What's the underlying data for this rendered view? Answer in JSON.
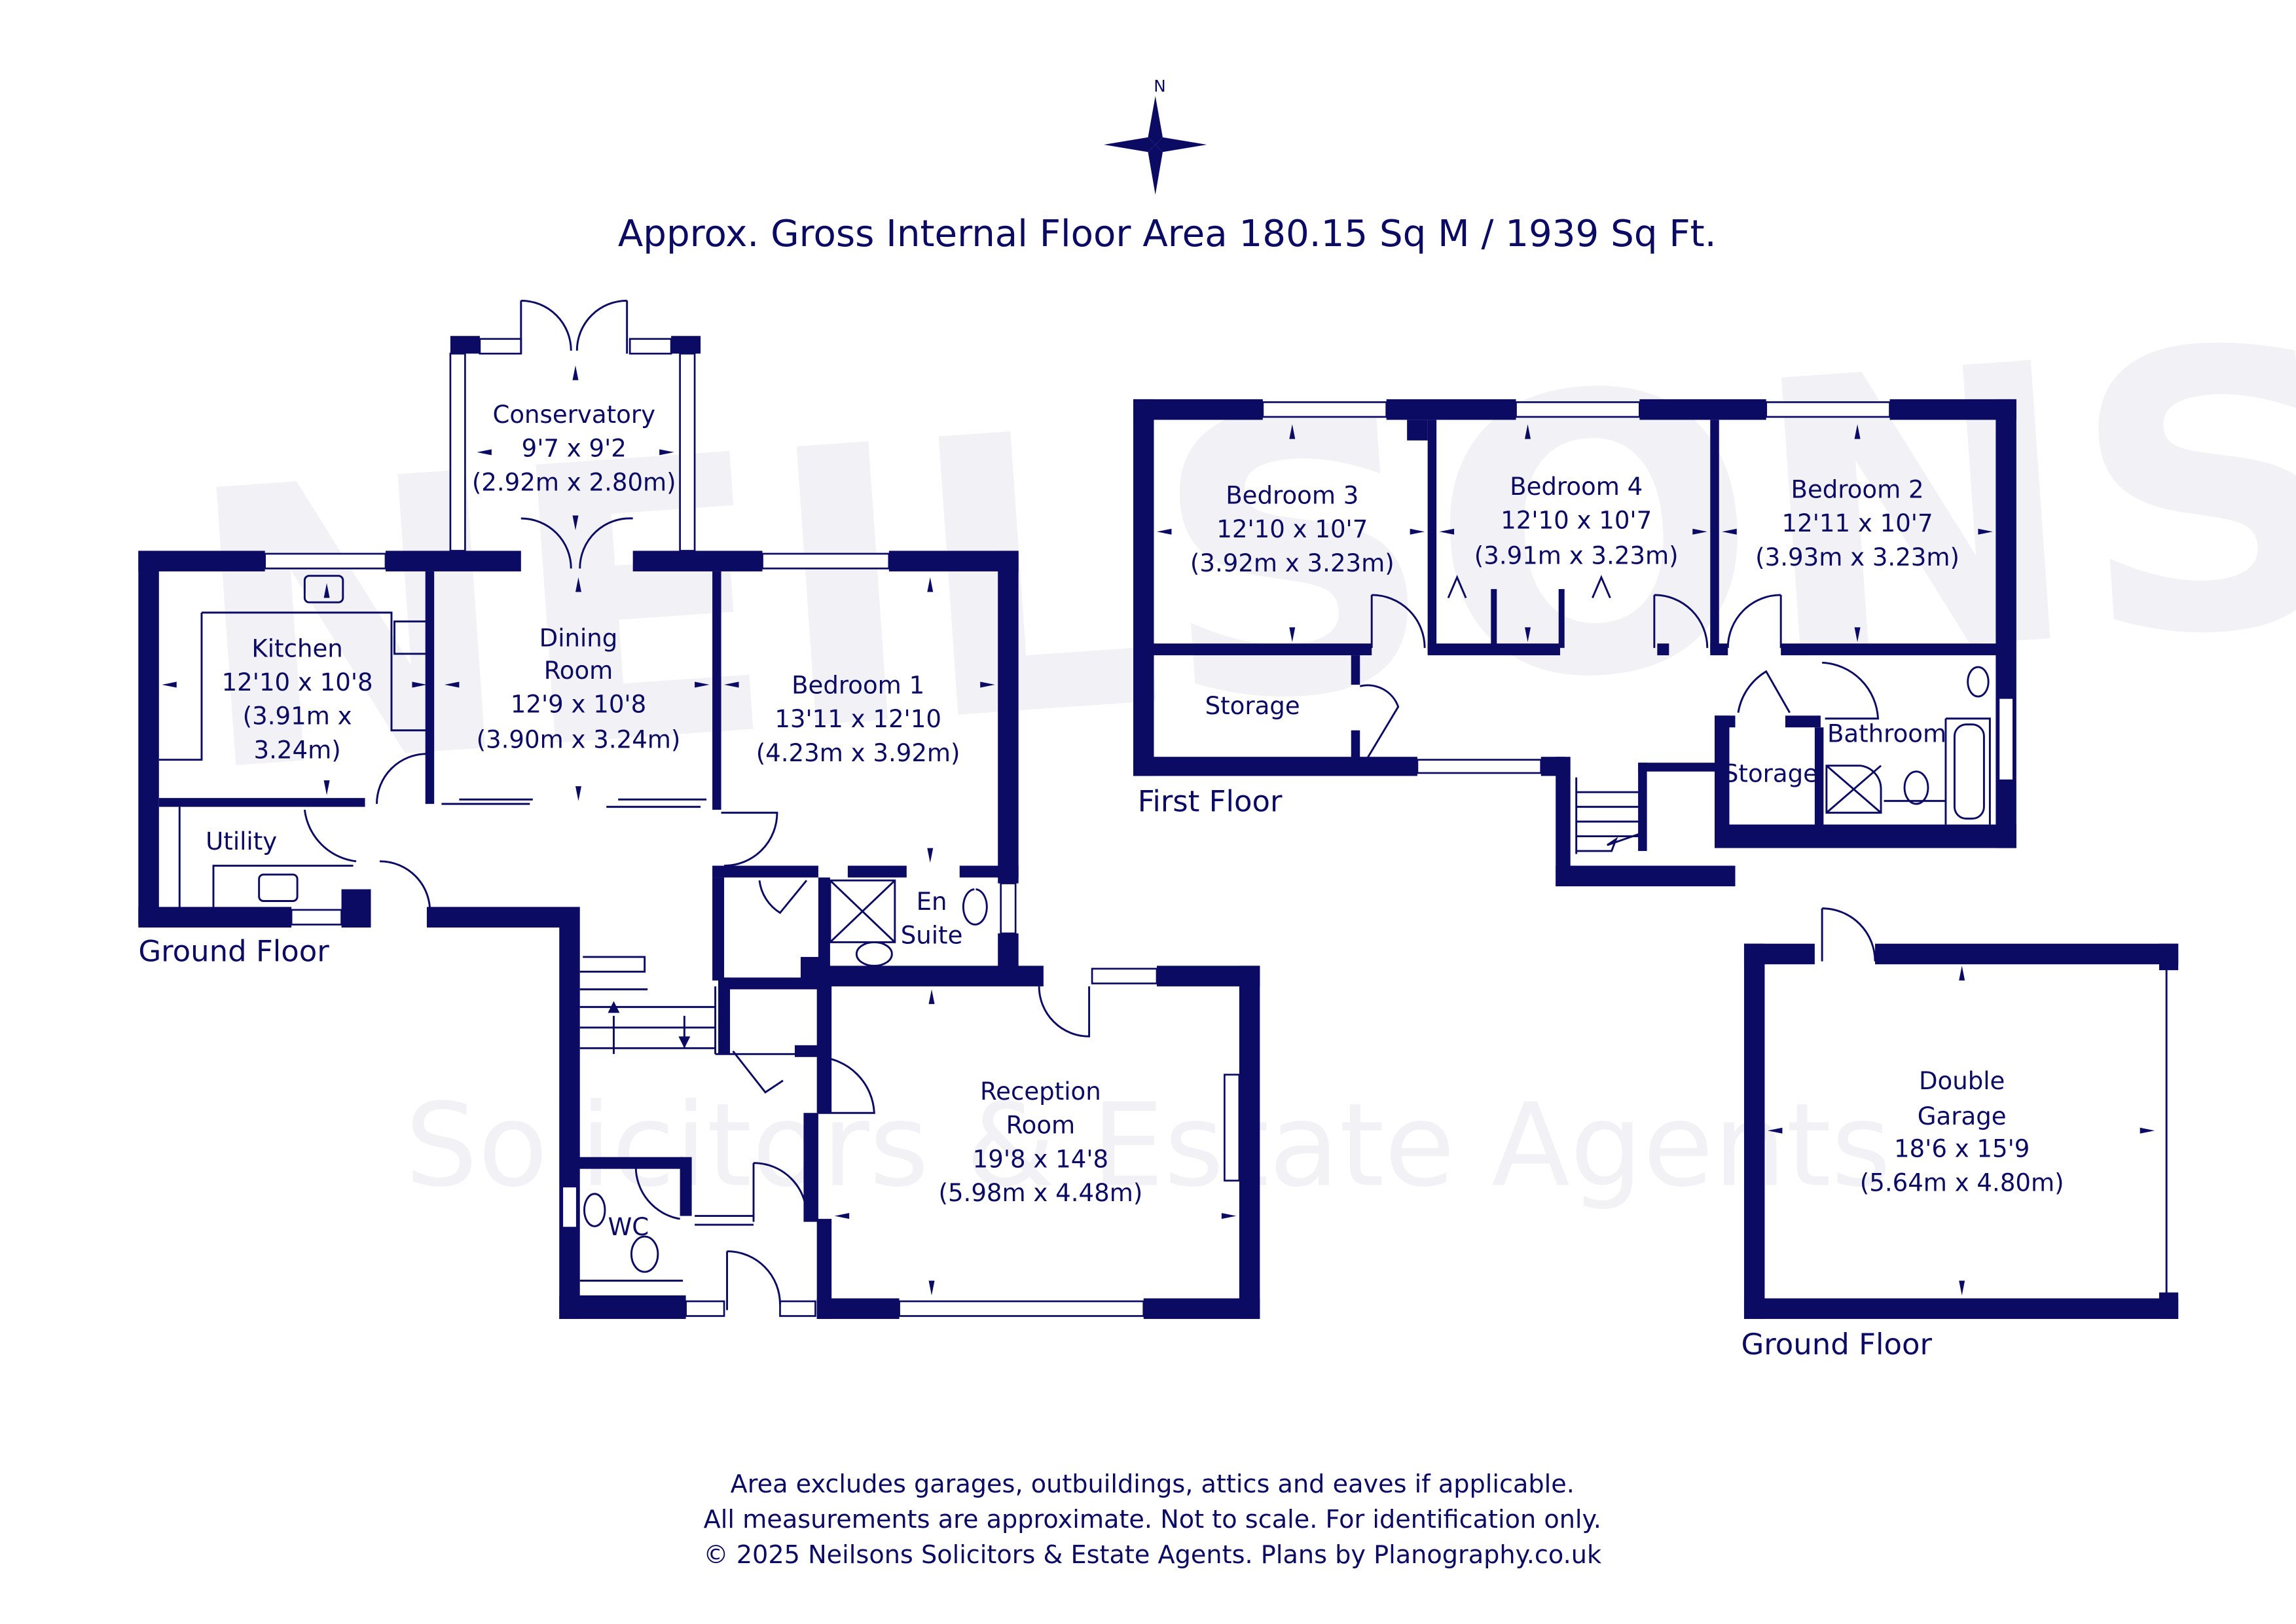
{
  "header": {
    "compass_label": "N",
    "title": "Approx. Gross Internal Floor Area 180.15 Sq M / 1939 Sq Ft."
  },
  "watermark": {
    "brand": "NEILSONS",
    "tagline": "Solicitors & Estate Agents"
  },
  "ground_floor": {
    "label": "Ground Floor",
    "rooms": [
      {
        "name": "Conservatory",
        "imperial": "9'7 x 9'2",
        "metric": "(2.92m x 2.80m)"
      },
      {
        "name": "Kitchen",
        "imperial": "12'10 x 10'8",
        "metric_1": "(3.91m x",
        "metric_2": "3.24m)"
      },
      {
        "name_1": "Dining",
        "name_2": "Room",
        "imperial": "12'9 x 10'8",
        "metric": "(3.90m x 3.24m)"
      },
      {
        "name": "Bedroom 1",
        "imperial": "13'11 x 12'10",
        "metric": "(4.23m x 3.92m)"
      },
      {
        "name": "Utility"
      },
      {
        "name_1": "En",
        "name_2": "Suite"
      },
      {
        "name_1": "Reception",
        "name_2": "Room",
        "imperial": "19'8 x 14'8",
        "metric": "(5.98m x 4.48m)"
      },
      {
        "name": "WC"
      }
    ]
  },
  "first_floor": {
    "label": "First Floor",
    "rooms": [
      {
        "name": "Bedroom 3",
        "imperial": "12'10 x 10'7",
        "metric": "(3.92m x 3.23m)"
      },
      {
        "name": "Bedroom 4",
        "imperial": "12'10 x 10'7",
        "metric": "(3.91m x 3.23m)"
      },
      {
        "name": "Bedroom 2",
        "imperial": "12'11 x 10'7",
        "metric": "(3.93m x 3.23m)"
      },
      {
        "name": "Storage"
      },
      {
        "name": "Storage"
      },
      {
        "name": "Bathroom"
      }
    ]
  },
  "garage": {
    "label": "Ground Floor",
    "name_1": "Double",
    "name_2": "Garage",
    "imperial": "18'6 x 15'9",
    "metric": "(5.64m x 4.80m)"
  },
  "footer": {
    "line_1": "Area excludes garages, outbuildings, attics and eaves if applicable.",
    "line_2": "All measurements are approximate. Not to scale. For identification only.",
    "line_3": "© 2025 Neilsons Solicitors & Estate Agents. Plans by Planography.co.uk"
  },
  "colors": {
    "ink": "#0c0b64",
    "background": "#ffffff"
  }
}
